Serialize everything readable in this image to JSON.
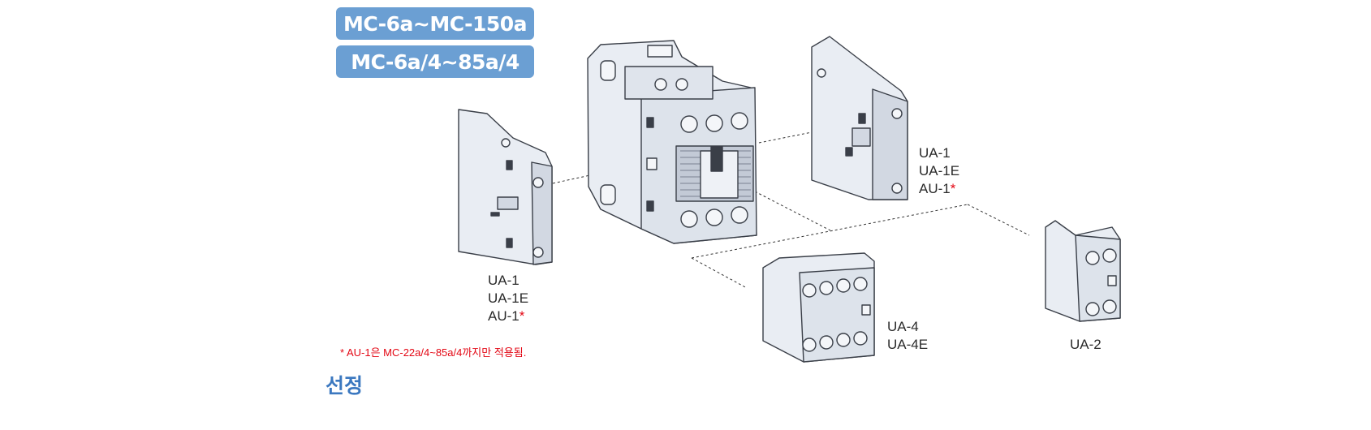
{
  "badges": [
    "MC-6a~MC-150a",
    "MC-6a/4~85a/4"
  ],
  "left_module_labels": [
    "UA-1",
    "UA-1E",
    "AU-1"
  ],
  "right_module_labels": [
    "UA-1",
    "UA-1E",
    "AU-1"
  ],
  "front_module_labels": [
    "UA-4",
    "UA-4E"
  ],
  "small_module_label": "UA-2",
  "asterisk": "*",
  "footnote": "* AU-1은 MC-22a/4~85a/4까지만 적용됨.",
  "section_title": "선정",
  "colors": {
    "badge": "#6b9fd3",
    "accent_red": "#e30613",
    "title_blue": "#3b78c0",
    "body": "#e9edf3",
    "outline": "#3a3f48"
  }
}
